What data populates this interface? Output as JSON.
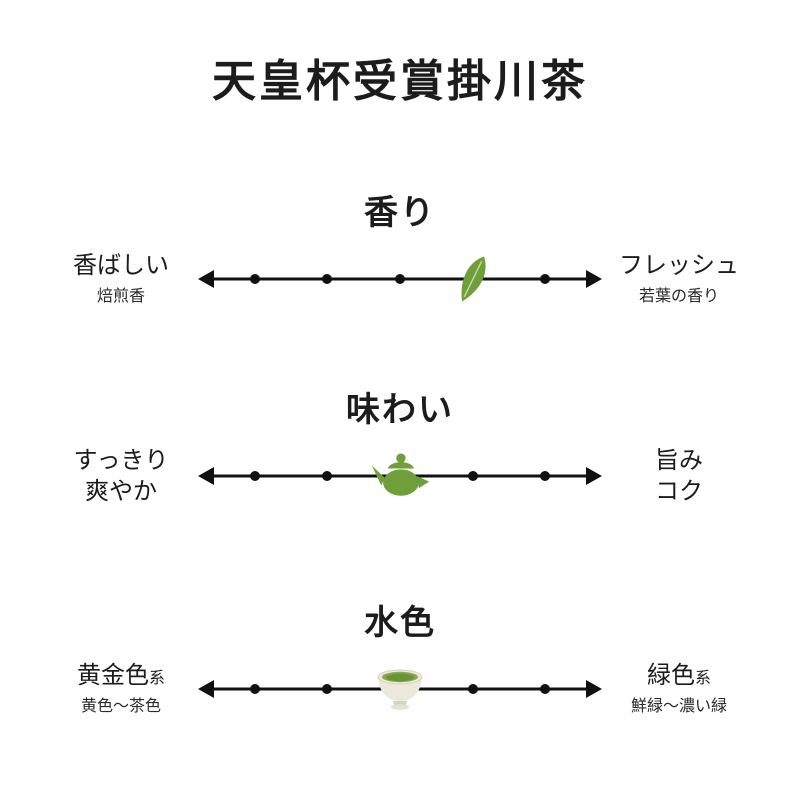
{
  "page": {
    "title": "天皇杯受賞掛川茶",
    "background": "#ffffff",
    "accent_green": "#6f9e3b",
    "line_color": "#111111"
  },
  "scales": [
    {
      "title": "香り",
      "left": {
        "label": "香ばしい",
        "sub": "焙煎香"
      },
      "right": {
        "label": "フレッシュ",
        "sub": "若葉の香り"
      },
      "marker": "leaf-icon",
      "value_percent": 68,
      "dots_percent": [
        14,
        32,
        50,
        68,
        86
      ]
    },
    {
      "title": "味わい",
      "left": {
        "label": "すっきり",
        "label2": "爽やか"
      },
      "right": {
        "label": "旨み",
        "label2": "コク"
      },
      "marker": "teapot-icon",
      "value_percent": 50,
      "dots_percent": [
        14,
        32,
        50,
        68,
        86
      ]
    },
    {
      "title": "水色",
      "left": {
        "label": "黄金色",
        "label_suffix": "系",
        "sub": "黄色〜茶色"
      },
      "right": {
        "label": "緑色",
        "label_suffix": "系",
        "sub": "鮮緑〜濃い緑"
      },
      "marker": "teacup-icon",
      "value_percent": 50,
      "dots_percent": [
        14,
        32,
        50,
        68,
        86
      ]
    }
  ],
  "chart_data": {
    "type": "linear-rating-scales",
    "title": "天皇杯受賞掛川茶",
    "scales": [
      {
        "title": "香り",
        "left_end": "香ばしい（焙煎香）",
        "right_end": "フレッシュ（若葉の香り）",
        "marker": "leaf",
        "value_percent": 68
      },
      {
        "title": "味わい",
        "left_end": "すっきり爽やか",
        "right_end": "旨み・コク",
        "marker": "teapot",
        "value_percent": 50
      },
      {
        "title": "水色",
        "left_end": "黄金色系（黄色〜茶色）",
        "right_end": "緑色系（鮮緑〜濃い緑）",
        "marker": "teacup",
        "value_percent": 50
      }
    ]
  }
}
